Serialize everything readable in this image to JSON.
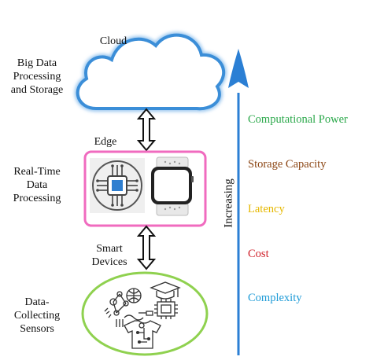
{
  "tiers": {
    "cloud_title": "Cloud",
    "cloud_caption": [
      "Big Data",
      "Processing",
      "and Storage"
    ],
    "edge_title": "Edge",
    "edge_caption": [
      "Real-Time",
      "Data",
      "Processing"
    ],
    "devices_title": [
      "Smart",
      "Devices"
    ],
    "devices_caption": [
      "Data-",
      "Collecting",
      "Sensors"
    ]
  },
  "trend_axis": {
    "label": "Increasing",
    "metrics": [
      {
        "label": "Computational Power",
        "color": "#2aa84a"
      },
      {
        "label": "Storage Capacity",
        "color": "#8b4513"
      },
      {
        "label": "Latency",
        "color": "#e6b800"
      },
      {
        "label": "Cost",
        "color": "#d0202a"
      },
      {
        "label": "Complexity",
        "color": "#1e9bd7"
      }
    ]
  },
  "colors": {
    "cloud_outline": "#3b8ed8",
    "edge_box": "#f06bbf",
    "devices_ellipse": "#8fd14f",
    "axis_arrow": "#2b7fd4"
  }
}
